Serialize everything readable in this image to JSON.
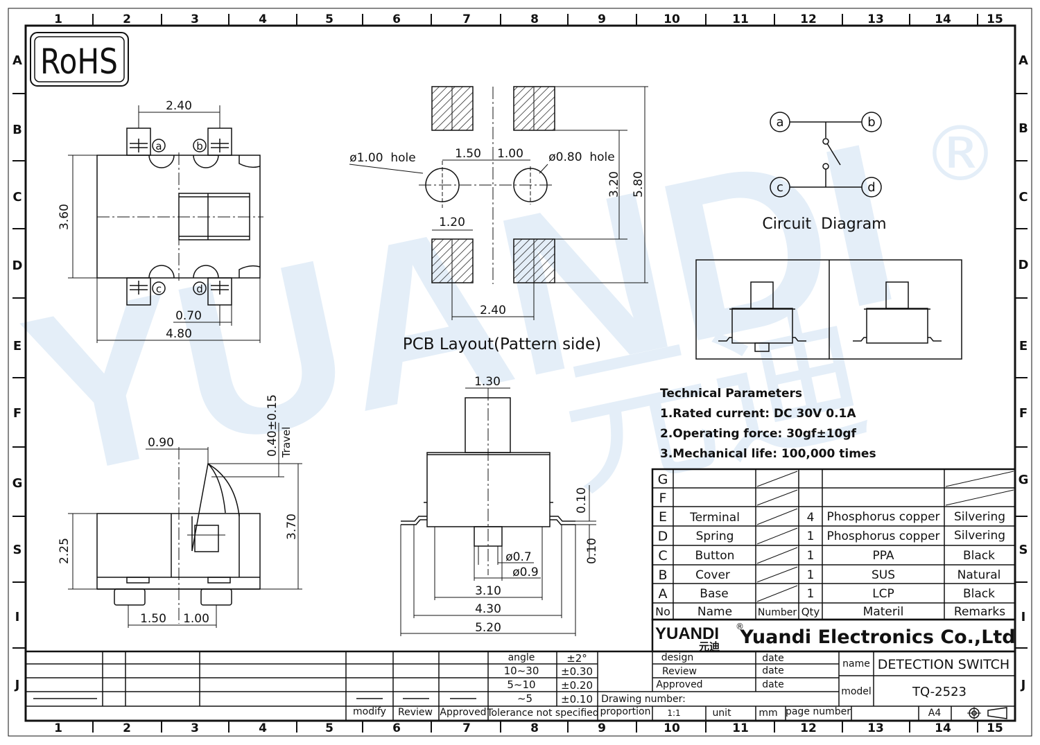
{
  "frame": {
    "col_labels": [
      "1",
      "2",
      "3",
      "4",
      "5",
      "6",
      "7",
      "8",
      "9",
      "10",
      "11",
      "12",
      "13",
      "14",
      "15"
    ],
    "row_labels": [
      "A",
      "B",
      "C",
      "D",
      "E",
      "F",
      "G",
      "S",
      "I",
      "J"
    ]
  },
  "rohs_label": "RoHS",
  "watermark": {
    "text": "YUANDI",
    "cn_text": "元迪",
    "registered": "®"
  },
  "top_view": {
    "dim_top": "2.40",
    "dim_height": "3.60",
    "dim_pitch": "0.70",
    "dim_width": "4.80",
    "pin_a": "a",
    "pin_b": "b",
    "pin_c": "c",
    "pin_d": "d"
  },
  "pcb_layout": {
    "title": "PCB Layout(Pattern side)",
    "hole_left": "ø1.00  hole",
    "hole_right": "ø0.80  hole",
    "dim_left_offset": "1.50",
    "dim_right_offset": "1.00",
    "dim_pad_width": "1.20",
    "dim_pad_spacing": "2.40",
    "dim_inner_height": "3.20",
    "dim_outer_height": "5.80"
  },
  "circuit": {
    "title": "Circuit  Diagram",
    "pin_a": "a",
    "pin_b": "b",
    "pin_c": "c",
    "pin_d": "d"
  },
  "side_view": {
    "dim_lever": "0.90",
    "dim_travel": "0.40±0.15",
    "travel_label": "Travel",
    "dim_total_height": "3.70",
    "dim_body_height": "2.25",
    "dim_pin_left": "1.50",
    "dim_pin_right": "1.00"
  },
  "front_view": {
    "dim_plunger": "1.30",
    "dim_t1": "0.10",
    "dim_t2": "0.10",
    "dim_d1": "ø0.7",
    "dim_d2": "ø0.9",
    "dim_w1": "3.10",
    "dim_w2": "4.30",
    "dim_w3": "5.20"
  },
  "tech_params": {
    "title": "Technical Parameters",
    "items": [
      "1.Rated current: DC 30V 0.1A",
      "2.Operating force: 30gf±10gf",
      "3.Mechanical life: 100,000 times"
    ]
  },
  "bom": {
    "rows": [
      {
        "no": "G",
        "name": "",
        "qty": "",
        "material": "",
        "remarks": ""
      },
      {
        "no": "F",
        "name": "",
        "qty": "",
        "material": "",
        "remarks": ""
      },
      {
        "no": "E",
        "name": "Terminal",
        "qty": "4",
        "material": "Phosphorus copper",
        "remarks": "Silvering"
      },
      {
        "no": "D",
        "name": "Spring",
        "qty": "1",
        "material": "Phosphorus copper",
        "remarks": "Silvering"
      },
      {
        "no": "C",
        "name": "Button",
        "qty": "1",
        "material": "PPA",
        "remarks": "Black"
      },
      {
        "no": "B",
        "name": "Cover",
        "qty": "1",
        "material": "SUS",
        "remarks": "Natural"
      },
      {
        "no": "A",
        "name": "Base",
        "qty": "1",
        "material": "LCP",
        "remarks": "Black"
      }
    ],
    "headers": {
      "no": "No",
      "name": "Name",
      "number": "Number",
      "qty": "Qty",
      "material": "Materil",
      "remarks": "Remarks"
    }
  },
  "company": {
    "logo": "YUANDI",
    "logo_cn": "元迪",
    "logo_r": "®",
    "name": "Yuandi Electronics Co.,Ltd"
  },
  "tolerance": {
    "rows": [
      {
        "range": "angle",
        "tol": "±2°"
      },
      {
        "range": "10~30",
        "tol": "±0.30"
      },
      {
        "range": "5~10",
        "tol": "±0.20"
      },
      {
        "range": "~5",
        "tol": "±0.10"
      }
    ],
    "label": "Tolerance not specified"
  },
  "title_block": {
    "modify": "modify",
    "review_col": "Review",
    "approved_col": "Approved",
    "design": "design",
    "review": "Review",
    "approved": "Approved",
    "date1": "date",
    "date2": "date",
    "date3": "date",
    "drawing_number": "Drawing number:",
    "proportion": "proportion",
    "scale": "1:1",
    "unit": "unit",
    "unit_value": "mm",
    "page_number": "page number",
    "paper": "A4",
    "name_label": "name",
    "name_value": "DETECTION SWITCH",
    "model_label": "model",
    "model_value": "TQ-2523"
  }
}
